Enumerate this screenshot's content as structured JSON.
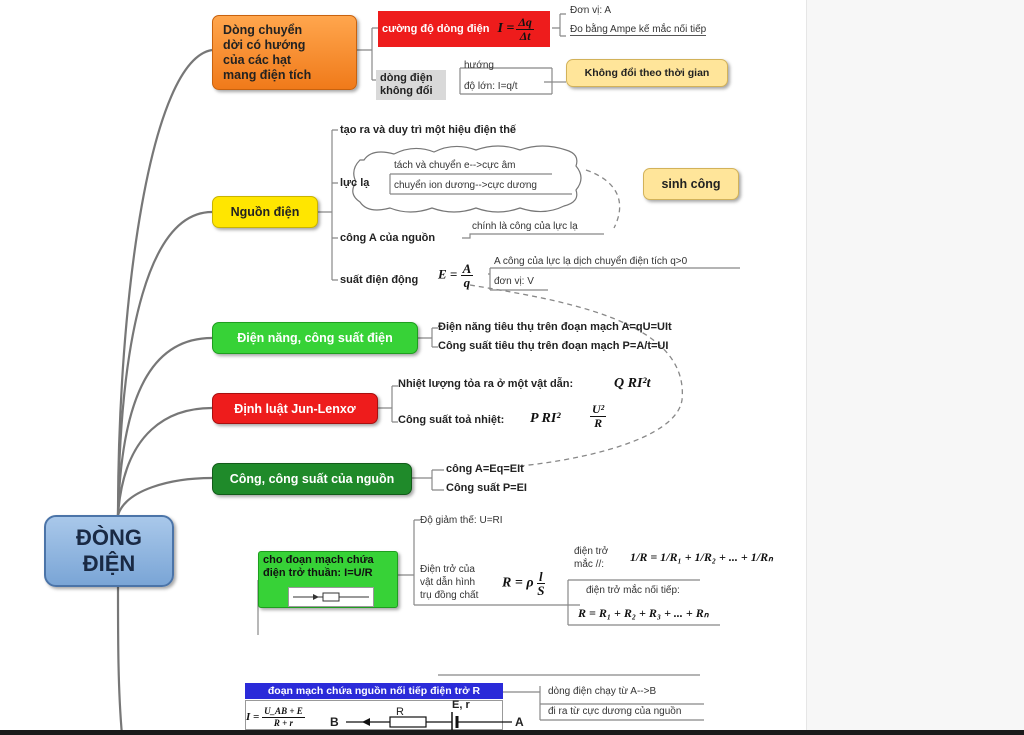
{
  "center": {
    "line1": "ĐÒNG",
    "line2": "ĐIỆN"
  },
  "branch1": {
    "title_lines": [
      "Dòng chuyển",
      "dời có hướng",
      "của các hạt",
      "mang điện tích"
    ],
    "intensity_label": "cường độ dòng điện",
    "formula_I": "I =",
    "formula_num": "Δq",
    "formula_den": "Δt",
    "unit": "Đơn vị: A",
    "measure": "Đo bằng Ampe kế mắc nối tiếp",
    "constant_label_1": "dòng điện",
    "constant_label_2": "không đổi",
    "direction": "hướng",
    "magnitude": "độ lớn: I=q/t",
    "note": "Không đổi theo thời gian"
  },
  "branch2": {
    "title": "Nguồn điện",
    "create": "tạo ra và duy trì một hiệu điện thế",
    "force_label": "lực lạ",
    "force_1": "tách và chuyển e-->cực âm",
    "force_2": "chuyển ion dương-->cực dương",
    "callout": "sinh công",
    "work_label": "công A của nguồn",
    "work_note": "chính là công của lực lạ",
    "emf_label": "suất điện động",
    "emf_E": "E =",
    "emf_num": "A",
    "emf_den": "q",
    "emf_note": "A công của lực lạ dịch chuyển điện tích q>0",
    "emf_unit": "đơn vị: V"
  },
  "branch3": {
    "title": "Điện năng, công suất điện",
    "line1": "Điện năng tiêu thụ trên đoạn mạch A=qU=UIt",
    "line2": "Công suất tiêu thụ trên đoạn mạch P=A/t=UI"
  },
  "branch4": {
    "title": "Định luật Jun-Lenxơ",
    "line1": "Nhiệt lượng tỏa  ra ở một vật dẫn:",
    "formula1": "Q    RI²t",
    "line2": "Công suất toả nhiệt:",
    "formula2": "P    RI²",
    "frac_num": "U²",
    "frac_den": "R"
  },
  "branch5": {
    "title": "Công, công suất của nguồn",
    "line1": "công A=Eq=EIt",
    "line2": "Công suất P=EI"
  },
  "branch6": {
    "title_1": "cho đoạn mạch chứa",
    "title_2": "điện trở thuần: I=U/R",
    "voltage_drop": "Độ giảm thế: U=RI",
    "resistivity_1": "Điện trở của",
    "resistivity_2": "vật dẫn hình",
    "resistivity_3": "trụ đồng chất",
    "resistivity_formula": "R = ρ",
    "resistivity_num": "l",
    "resistivity_den": "S",
    "parallel_1": "điện trở",
    "parallel_2": "mắc //:",
    "parallel_formula": "1/R = 1/R₁ + 1/R₂ + ... + 1/Rₙ",
    "series_label": "điện trở mắc nối tiếp:",
    "series_formula": "R = R₁ + R₂ + R₃ + ... + Rₙ"
  },
  "branch7": {
    "title": "đoạn mạch chứa nguồn nối tiếp điện trở R",
    "formula_I": "I =",
    "formula_num": "U_AB + E",
    "formula_den": "R + r",
    "label_B": "B",
    "label_R": "R",
    "label_E": "E, r",
    "label_A": "A",
    "note_1": "dòng điện chạy từ A-->B",
    "note_2": "đi ra từ cực dương của nguồn"
  }
}
